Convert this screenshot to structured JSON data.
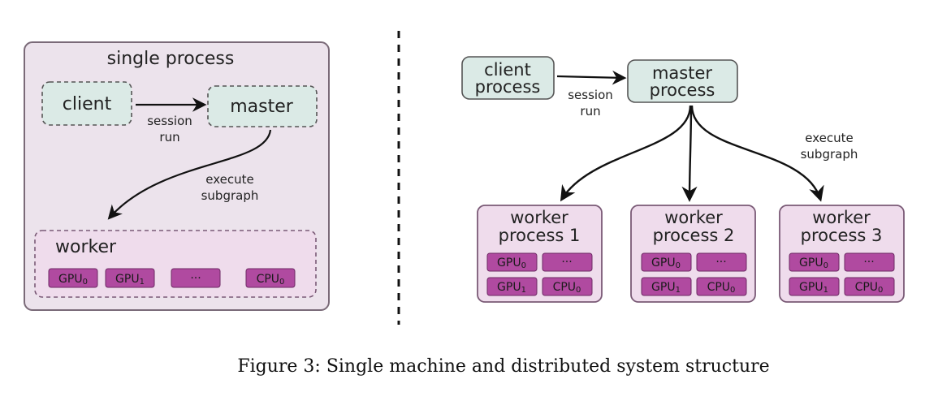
{
  "colors": {
    "outer_fill": "#ece3ec",
    "outer_stroke": "#7a6a78",
    "process_fill": "#dbeae6",
    "worker_fill": "#efdcec",
    "chip_fill": "#b04aa0",
    "chip_stroke": "#6e2a64",
    "arrow": "#111111"
  },
  "left": {
    "title": "single process",
    "client": "client",
    "master": "master",
    "session_label": [
      "session",
      "run"
    ],
    "execute_label": [
      "execute",
      "subgraph"
    ],
    "worker": "worker",
    "devices": [
      {
        "base": "GPU",
        "sub": "0"
      },
      {
        "base": "GPU",
        "sub": "1"
      },
      {
        "base": "···",
        "sub": ""
      },
      {
        "base": "CPU",
        "sub": "0"
      }
    ]
  },
  "right": {
    "client": [
      "client",
      "process"
    ],
    "master": [
      "master",
      "process"
    ],
    "session_label": [
      "session",
      "run"
    ],
    "execute_label": [
      "execute",
      "subgraph"
    ],
    "workers": [
      {
        "title": [
          "worker",
          "process 1"
        ]
      },
      {
        "title": [
          "worker",
          "process 2"
        ]
      },
      {
        "title": [
          "worker",
          "process 3"
        ]
      }
    ],
    "worker_devices": [
      {
        "base": "GPU",
        "sub": "0"
      },
      {
        "base": "···",
        "sub": ""
      },
      {
        "base": "GPU",
        "sub": "1"
      },
      {
        "base": "CPU",
        "sub": "0"
      }
    ]
  },
  "caption": "Figure 3: Single machine and distributed system structure"
}
